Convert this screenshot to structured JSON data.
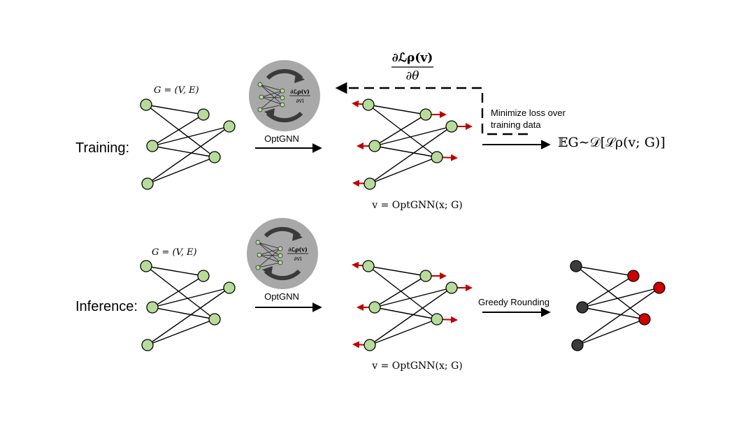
{
  "rows": {
    "training_label": "Training:",
    "inference_label": "Inference:"
  },
  "graph_label": "G = (V, E)",
  "module": {
    "name": "OptGNN",
    "inner_fraction_num": "∂ℒρ(v)",
    "inner_fraction_den": "∂vi"
  },
  "output_label": "v = OptGNN(x; G)",
  "gradient": {
    "numerator": "∂ℒρ(v)",
    "denominator": "∂θ"
  },
  "minimize_note": [
    "Minimize loss over",
    "training data"
  ],
  "expectation": "𝔼G∼𝒟[ℒρ(v; G)]",
  "rounding_label": "Greedy Rounding",
  "colors": {
    "node_green": "#b7dc9a",
    "node_dark": "#3b3b3b",
    "node_red": "#d00000",
    "vector_arrow_red": "#c00000",
    "module_gray": "#a8a8a8"
  }
}
